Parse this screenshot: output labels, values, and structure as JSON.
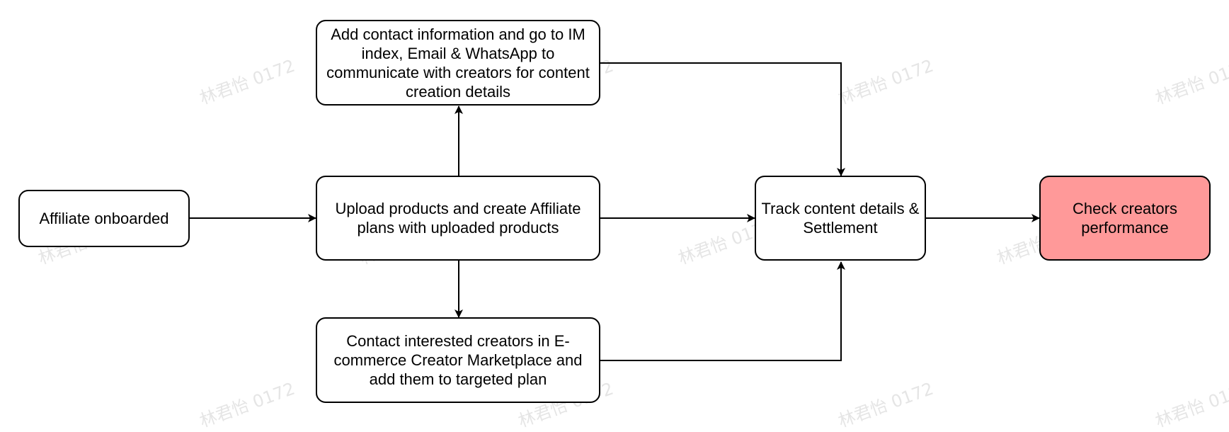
{
  "watermark": "林君怡 0172",
  "nodes": {
    "affiliate_onboarded": "Affiliate onboarded",
    "upload_products": "Upload products and create Affiliate plans with uploaded products",
    "add_contact": "Add contact information and go to IM index, Email & WhatsApp to communicate with creators for content creation details",
    "contact_creators": "Contact interested creators in E-commerce Creator Marketplace and add them to targeted plan",
    "track_content": "Track content details & Settlement",
    "check_performance": "Check creators performance"
  },
  "colors": {
    "highlight": "#ff9999",
    "stroke": "#000000",
    "watermark": "#e5e5e5"
  }
}
